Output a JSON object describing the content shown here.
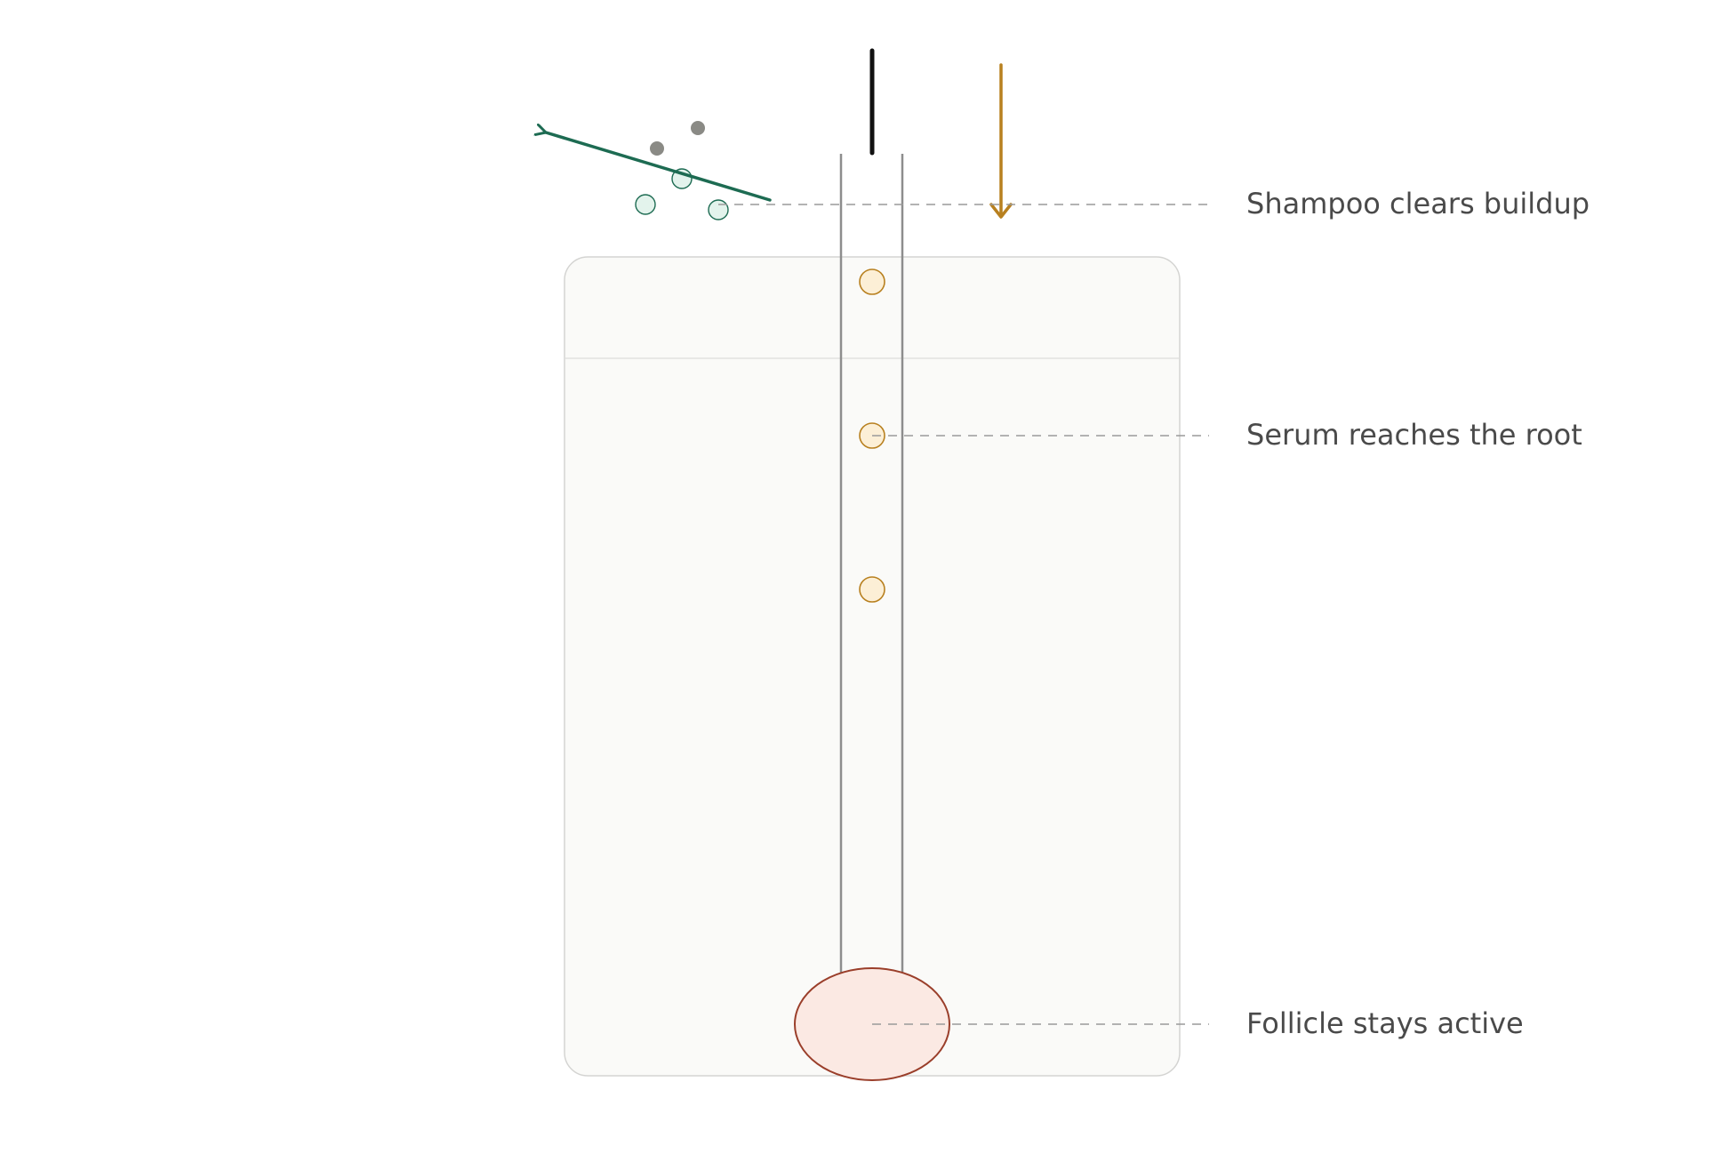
{
  "labels": {
    "shampoo": "Shampoo clears buildup",
    "serum": "Serum reaches the root",
    "follicle": "Follicle stays active"
  },
  "colors": {
    "shampoo_accent": "#1d6b52",
    "shampoo_bubble_fill": "#e3f3ec",
    "serum_accent": "#b8801f",
    "serum_drop_fill": "#fcefd6",
    "follicle_stroke": "#9a3e2a",
    "follicle_fill": "#fbe9e3",
    "debris": "#8a8a85",
    "hair_shaft": "#111111",
    "tissue_fill": "#fafaf8",
    "leader_line": "#9a9a9a",
    "label_text": "#4a4a4a"
  },
  "icons": {
    "shampoo_motion": "arrow-up-left-icon",
    "serum_motion": "arrow-down-icon"
  }
}
